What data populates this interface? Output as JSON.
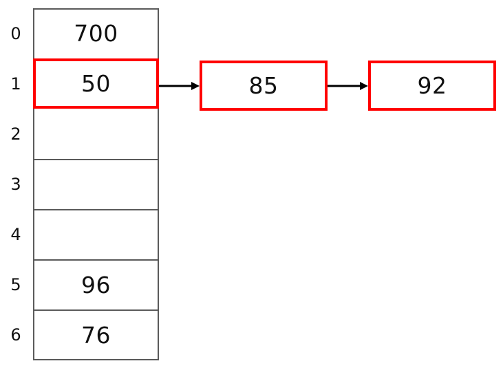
{
  "diagram": {
    "title": "hash-table-with-separate-chaining",
    "colors": {
      "highlight": "#ff0000",
      "table_border": "#5a5a5a",
      "text": "#111111",
      "arrow": "#000000",
      "background": "#ffffff"
    }
  },
  "hash_table": {
    "slot_count": 7,
    "slots": [
      {
        "index": "0",
        "value": "700",
        "highlighted": false
      },
      {
        "index": "1",
        "value": "50",
        "highlighted": true
      },
      {
        "index": "2",
        "value": "",
        "highlighted": false
      },
      {
        "index": "3",
        "value": "",
        "highlighted": false
      },
      {
        "index": "4",
        "value": "",
        "highlighted": false
      },
      {
        "index": "5",
        "value": "96",
        "highlighted": false
      },
      {
        "index": "6",
        "value": "76",
        "highlighted": false
      }
    ]
  },
  "chain": {
    "source_slot_index": "1",
    "nodes": [
      {
        "value": "85"
      },
      {
        "value": "92"
      }
    ],
    "arrows": [
      {
        "from": "slot-1",
        "to": "node-85"
      },
      {
        "from": "node-85",
        "to": "node-92"
      }
    ]
  }
}
